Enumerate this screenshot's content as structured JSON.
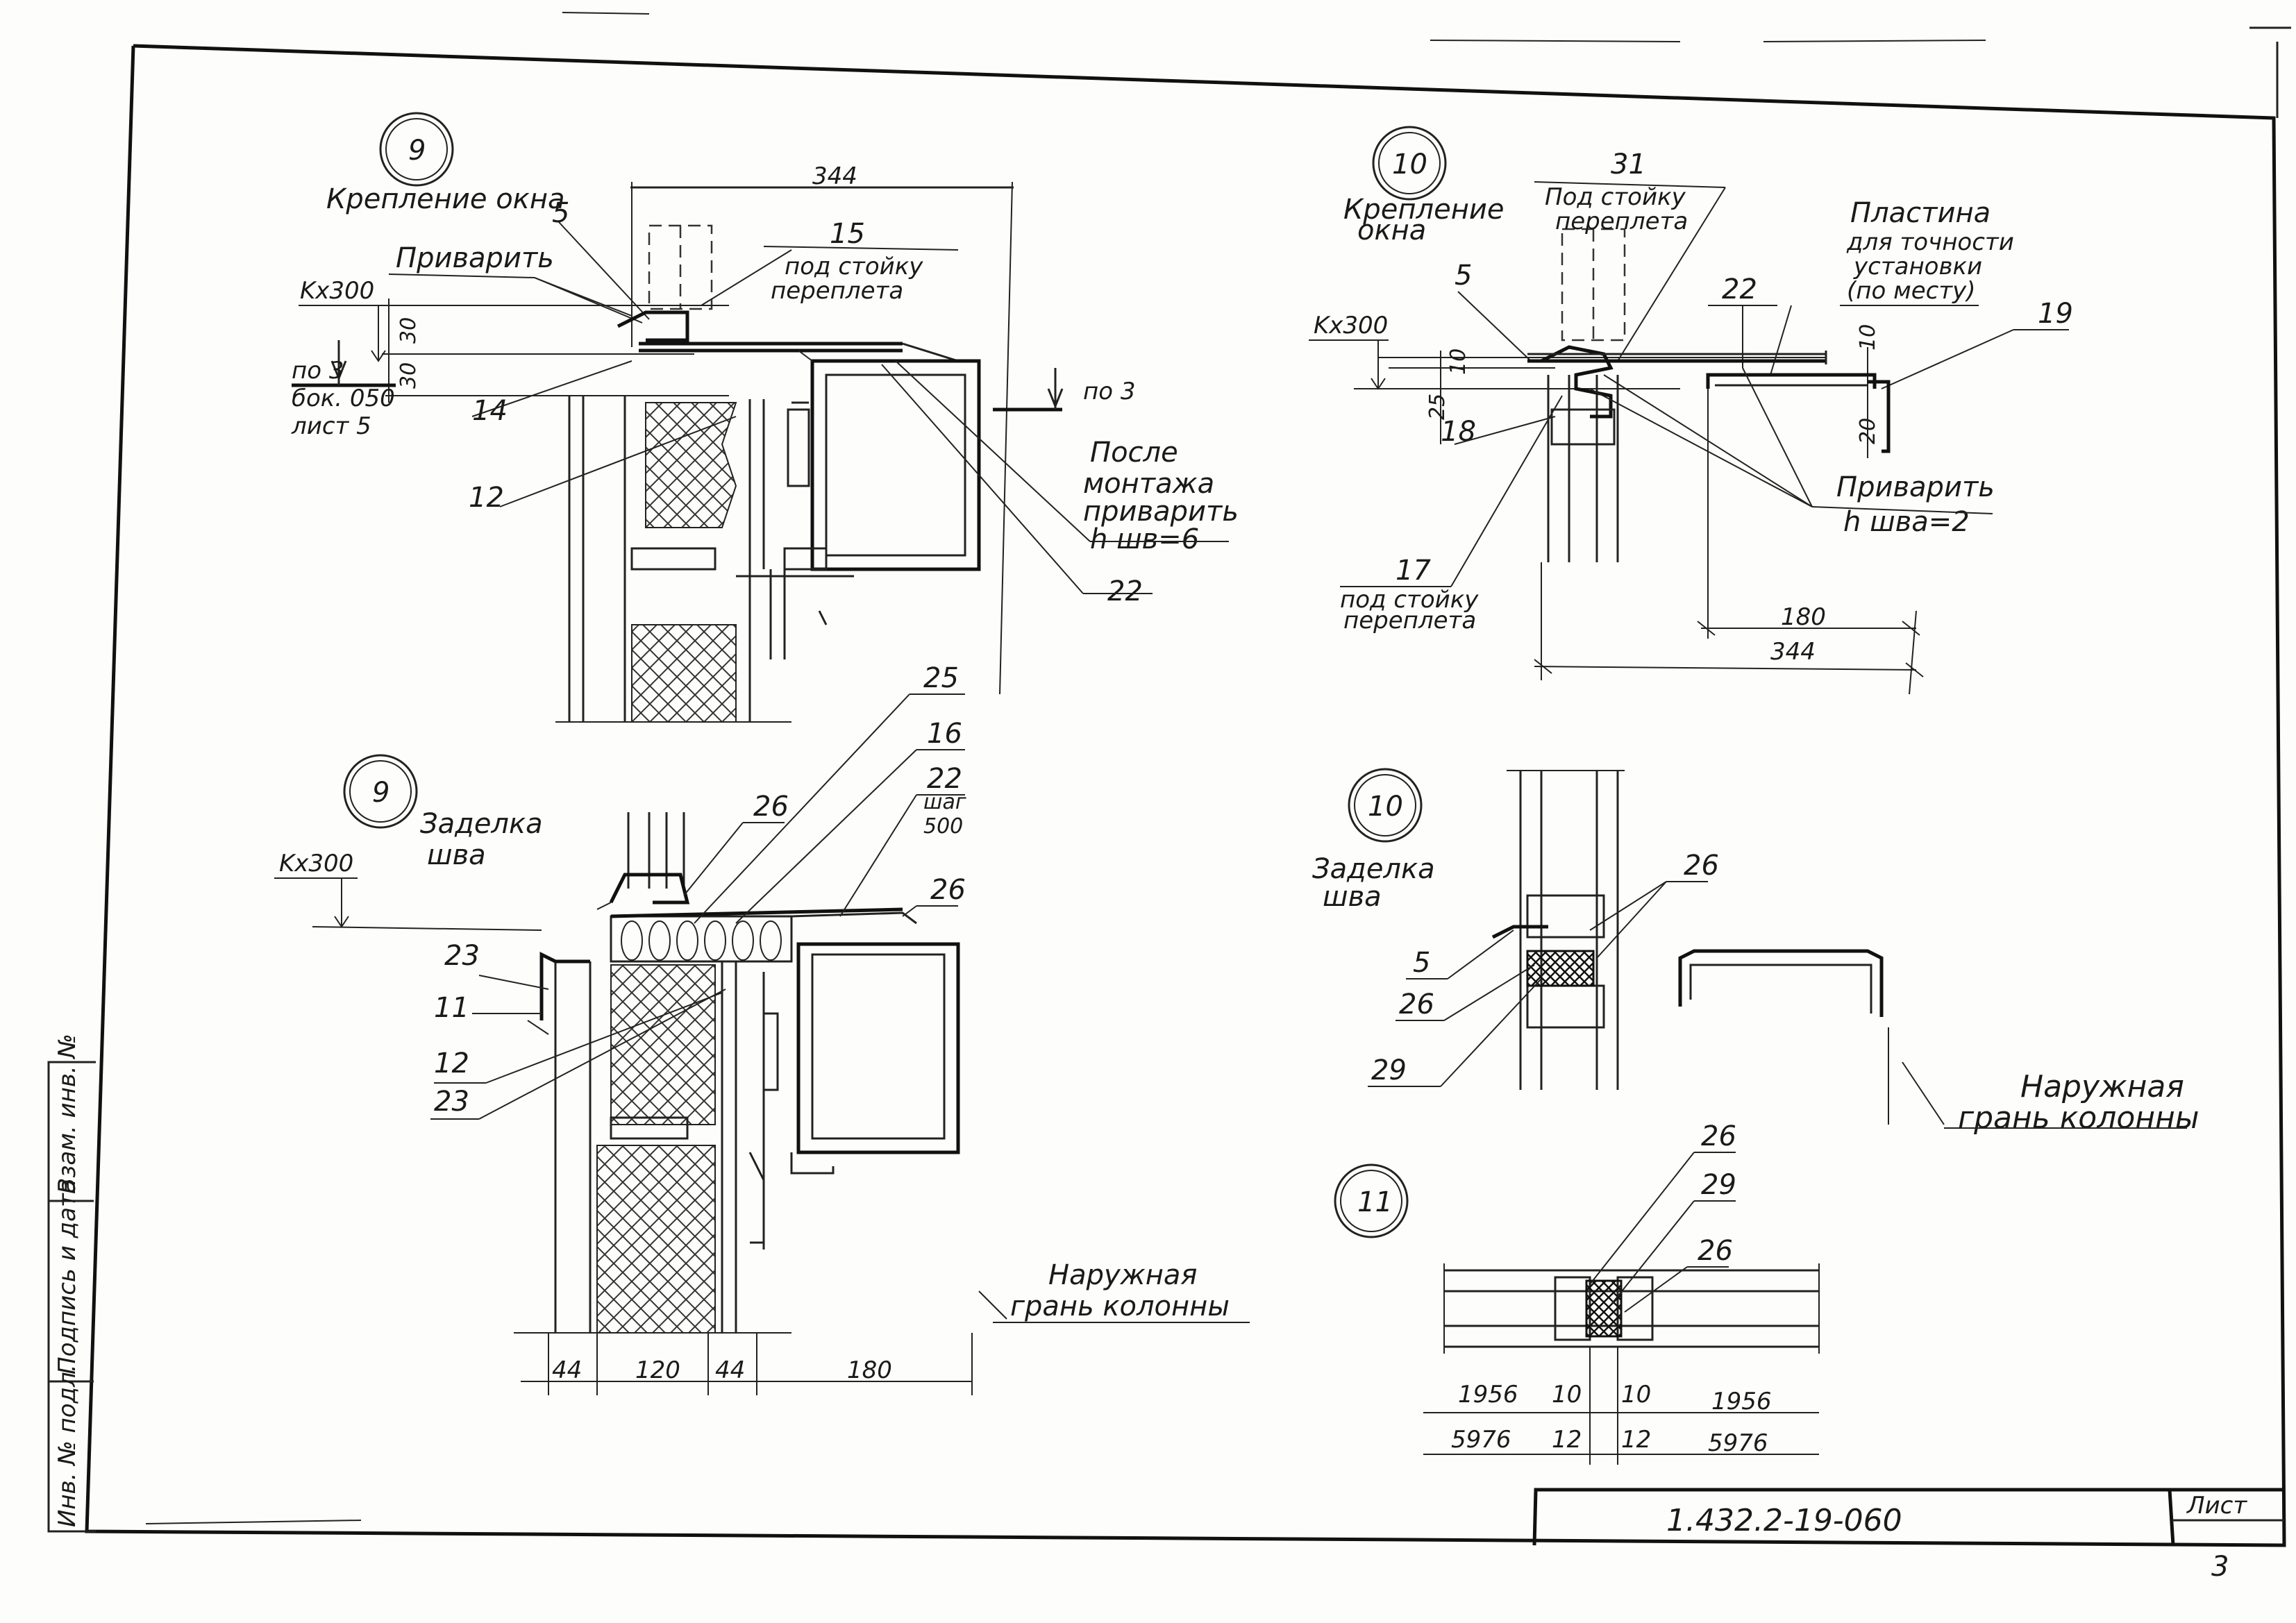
{
  "callouts": {
    "c9_top": "9",
    "c10_top": "10",
    "c9_bot": "9",
    "c10_bot": "10",
    "c11": "11"
  },
  "titles": {
    "t9_top_line1": "Крепление окна",
    "t10_top_line1": "Крепление",
    "t10_top_line2": "окна",
    "t9_bot_line1": "Заделка",
    "t9_bot_line2": "шва",
    "t10_bot_line1": "Заделка",
    "t10_bot_line2": "шва"
  },
  "detail9_top": {
    "dim_344": "344",
    "label_5": "5",
    "label_15": "15",
    "note_15_line1": "под стойку",
    "note_15_line2": "переплета",
    "weld": "Приварить",
    "level": "Kx300",
    "dim_30a": "30",
    "dim_30b": "30",
    "ref_line1": "по 3",
    "ref_line2": "бок. 050",
    "ref_line3": "лист 5",
    "label_14": "14",
    "label_12": "12",
    "section_ref": "по 3",
    "after_line1": "После",
    "after_line2": "монтажа",
    "after_line3": "приварить",
    "after_line4": "h шв=6",
    "label_22": "22"
  },
  "detail10_top": {
    "label_31": "31",
    "note_31_line1": "Под стойку",
    "note_31_line2": "переплета",
    "plate_line1": "Пластина",
    "plate_line2": "для точности",
    "plate_line3": "установки",
    "plate_line4": "(по месту)",
    "label_5": "5",
    "label_22": "22",
    "label_19": "19",
    "level": "Kx300",
    "dim_10a": "10",
    "dim_10b": "10",
    "dim_25": "25",
    "dim_20": "20",
    "label_18": "18",
    "weld_line1": "Приварить",
    "weld_line2": "h шва=2",
    "label_17": "17",
    "note_17_line1": "под стойку",
    "note_17_line2": "переплета",
    "dim_180": "180",
    "dim_344": "344"
  },
  "detail9_bot": {
    "level": "Kx300",
    "label_25": "25",
    "label_16": "16",
    "label_22": "22",
    "step_line1": "шаг",
    "step_line2": "500",
    "label_26a": "26",
    "label_26b": "26",
    "label_23a": "23",
    "label_11": "11",
    "label_12": "12",
    "label_23b": "23",
    "dim_44a": "44",
    "dim_120": "120",
    "dim_44b": "44",
    "dim_180": "180",
    "outer_line1": "Наружная",
    "outer_line2": "грань колонны"
  },
  "detail10_bot": {
    "label_26top": "26",
    "label_5": "5",
    "label_26": "26",
    "label_29": "29",
    "outer_line1": "Наружная",
    "outer_line2": "грань колонны"
  },
  "detail11": {
    "label_26a": "26",
    "label_29": "29",
    "label_26b": "26",
    "dim_1956a": "1956",
    "dim_10a": "10",
    "dim_10b": "10",
    "dim_1956b": "1956",
    "dim_5976a": "5976",
    "dim_12a": "12",
    "dim_12b": "12",
    "dim_5976b": "5976"
  },
  "stamp": {
    "doc_code": "1.432.2-19-060",
    "sheet_label": "Лист",
    "sheet_no": "3"
  },
  "side_strip": {
    "inv_orig": "Инв. № подл.",
    "sign_date": "Подпись и дата",
    "inv_repl": "Взам. инв. №"
  }
}
